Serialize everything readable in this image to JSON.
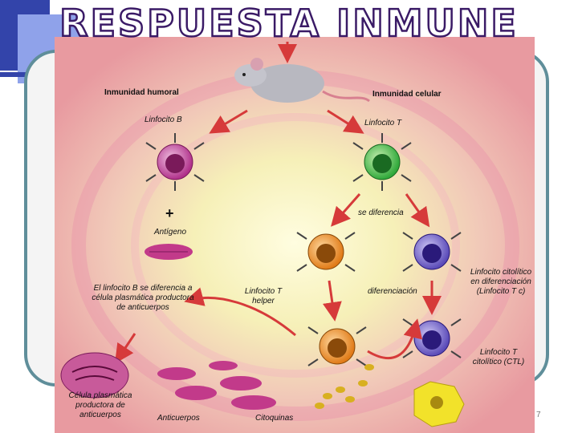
{
  "slide": {
    "title": "RESPUESTA INMUNE",
    "page_number": "7"
  },
  "diagram": {
    "labels": {
      "humoral": "Inmunidad humoral",
      "celular": "Inmunidad celular",
      "linfocito_b": "Linfocito B",
      "linfocito_t": "Linfocito T",
      "plus": "+",
      "antigeno": "Antígeno",
      "se_diferencia": "se diferencia",
      "b_diferencia": "El linfocito B se diferencia a célula plasmática productora de anticuerpos",
      "t_helper": "Linfocito T helper",
      "diferenciacion": "diferenciación",
      "citolitico_dif": "Linfocito citolítico en diferenciación (Linfocito T c)",
      "ctl": "Linfocito T citolítico (CTL)",
      "plasmatica": "Célula plasmática productora de anticuerpos",
      "anticuerpos": "Anticuerpos",
      "citoquinas": "Citoquinas"
    },
    "colors": {
      "b_cell": "#b0308a",
      "t_cell": "#2fa83a",
      "helper": "#e07a16",
      "cytotoxic": "#5a4ab8",
      "arrows": "#d63a3a",
      "plasma": "#c23a8a",
      "cytokines": "#d8b020",
      "yellow_cell": "#f2e22a"
    }
  }
}
